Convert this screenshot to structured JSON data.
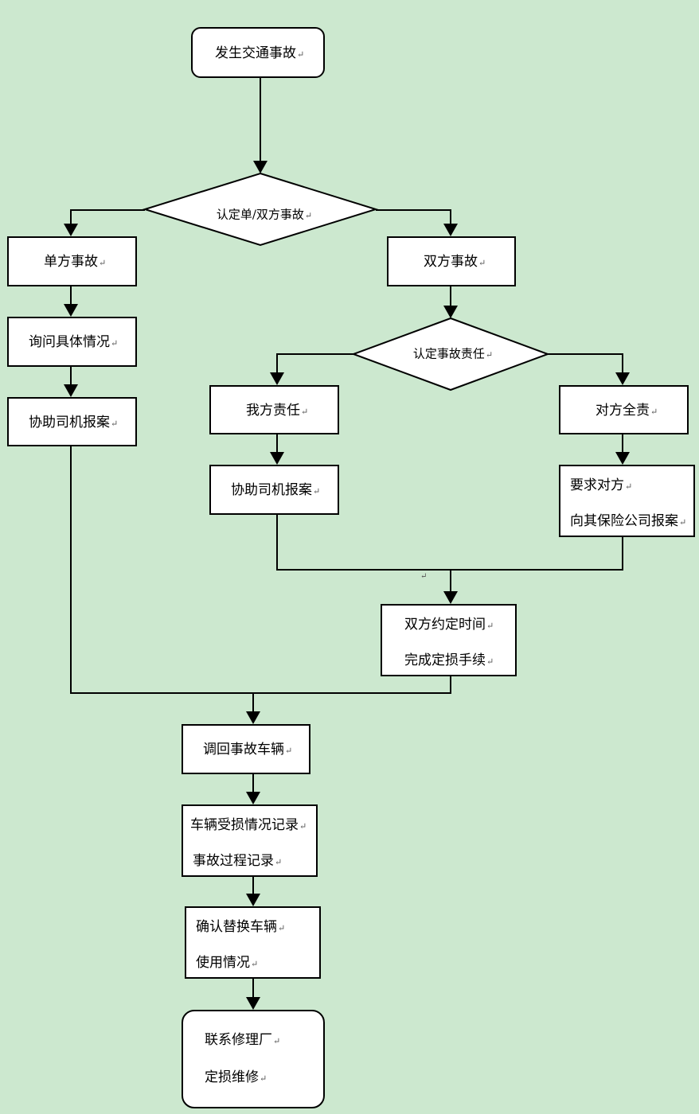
{
  "diagram": {
    "nodes": {
      "start": {
        "lines": [
          "发生交通事故"
        ]
      },
      "decide_type": {
        "lines": [
          "认定单/双方事故"
        ]
      },
      "single": {
        "lines": [
          "单方事故"
        ]
      },
      "double": {
        "lines": [
          "双方事故"
        ]
      },
      "ask_details": {
        "lines": [
          "询问具体情况"
        ]
      },
      "assist_report_left": {
        "lines": [
          "协助司机报案"
        ]
      },
      "decide_liability": {
        "lines": [
          "认定事故责任"
        ]
      },
      "our_fault": {
        "lines": [
          "我方责任"
        ]
      },
      "other_fault": {
        "lines": [
          "对方全责"
        ]
      },
      "assist_report_mid": {
        "lines": [
          "协助司机报案"
        ]
      },
      "ask_other": {
        "lines": [
          "要求对方",
          "向其保险公司报案"
        ]
      },
      "agree_time": {
        "lines": [
          "双方约定时间",
          "完成定损手续"
        ]
      },
      "recall_vehicle": {
        "lines": [
          "调回事故车辆"
        ]
      },
      "record": {
        "lines": [
          "车辆受损情况记录",
          "事故过程记录"
        ]
      },
      "confirm_replacement": {
        "lines": [
          "确认替换车辆",
          "使用情况"
        ]
      },
      "contact_repair": {
        "lines": [
          "联系修理厂",
          "定损维修"
        ]
      }
    },
    "stray_mark": "↵",
    "colors": {
      "background": "#cce8cf",
      "box": "#ffffff",
      "stroke": "#000000"
    }
  }
}
